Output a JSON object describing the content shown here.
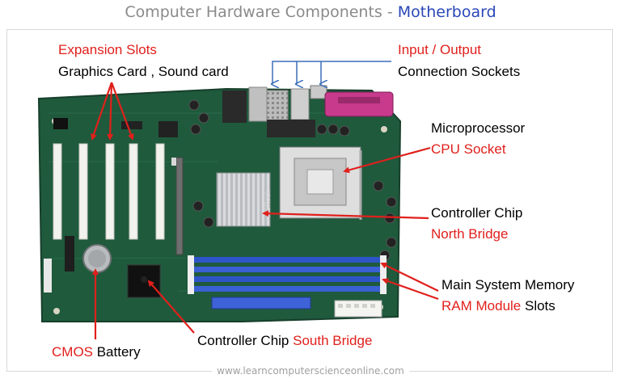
{
  "title": {
    "prefix": "Computer Hardware Components - ",
    "accent": "Motherboard"
  },
  "labels": {
    "expansion": {
      "line1": "Expansion Slots",
      "line2": "Graphics Card  , Sound card"
    },
    "io": {
      "line1": "Input / Output",
      "line2": "Connection  Sockets"
    },
    "cpu": {
      "line1": "Microprocessor",
      "line2": "CPU  Socket"
    },
    "northbridge": {
      "line1": "Controller Chip",
      "line2": "North Bridge"
    },
    "memory": {
      "line1": "Main System Memory",
      "line2a": "RAM Module",
      "line2b": " Slots"
    },
    "cmos": {
      "red": "CMOS",
      "black": "  Battery"
    },
    "southbridge": {
      "black": "Controller Chip ",
      "red": "South Bridge"
    }
  },
  "footer": "www.learncomputerscienceonline.com",
  "colors": {
    "board": "#1f5a3c",
    "label_red": "#e0201c",
    "io_arrow": "#3b6fb8",
    "ram_slot": "#2e55c8"
  }
}
